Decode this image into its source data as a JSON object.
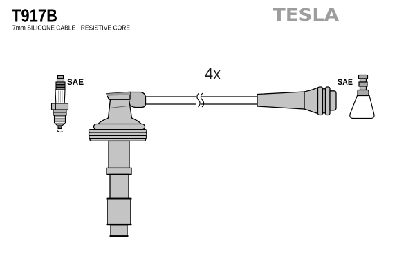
{
  "header": {
    "part_number": "T917B",
    "description": "7mm SILICONE CABLE - RESISTIVE CORE",
    "brand": "TESLA"
  },
  "diagram": {
    "quantity_label": "4x",
    "labels": {
      "spark_plug_end": "SAE",
      "coil_end": "SAE"
    },
    "icons": [
      "spark-plug-icon",
      "angled-plug-boot-icon",
      "ignition-cable-icon",
      "cable-break-icon",
      "straight-coil-boot-icon",
      "coil-terminal-icon"
    ]
  },
  "colors": {
    "background": "#ffffff",
    "outline": "#000000",
    "part_fill": "#c4c4c4",
    "part_fill_dark": "#a8a8a8",
    "insulator_white": "#ffffff",
    "brand_gray": "#9d9d9d"
  }
}
